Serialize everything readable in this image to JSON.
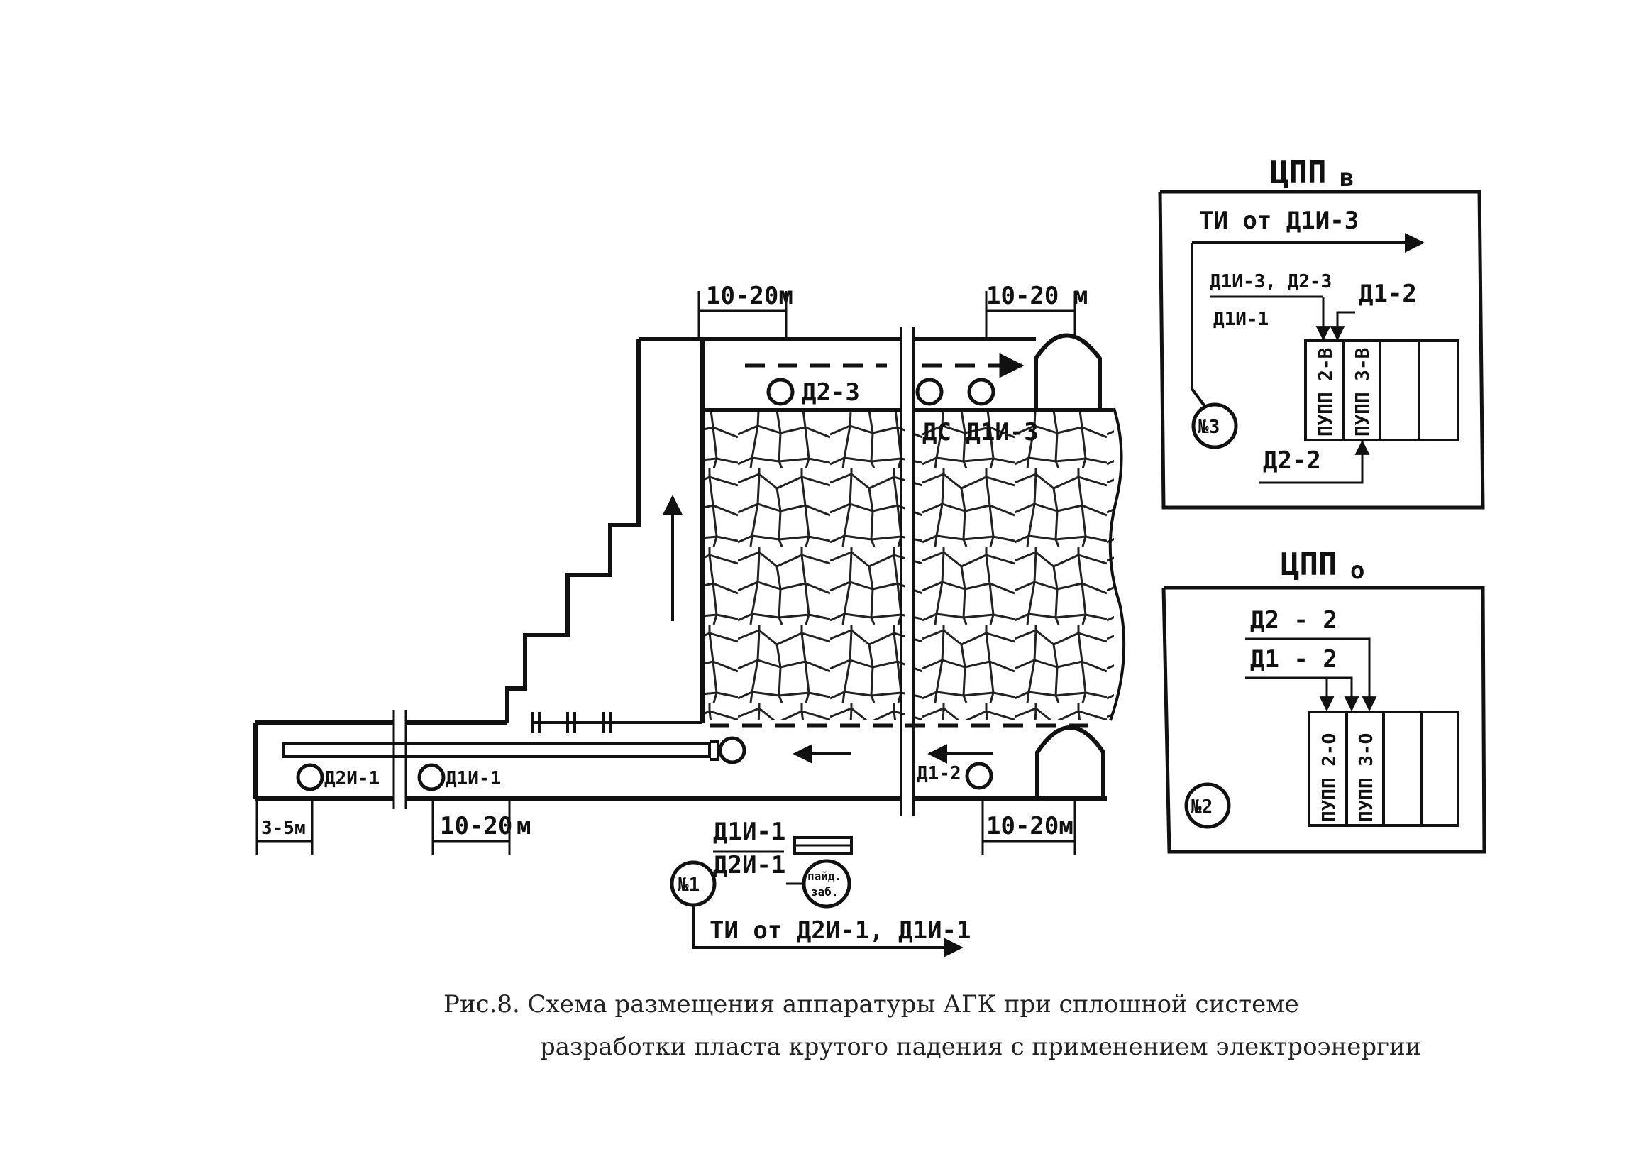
{
  "caption": {
    "line1": "Рис.8. Схема размещения аппаратуры АГК при сплошной системе",
    "line2": "разработки пласта крутого падения с применением электроэнергии"
  },
  "main": {
    "dim_top_left": "10-20м",
    "dim_top_right": "10-20 м",
    "dim_3_5": "3-5м",
    "dim_10_20_bottom": "10-20",
    "dim_m": "м",
    "dim_bottom_right": "10-20м",
    "d2_3": "Д2-3",
    "ds_d1i_3": "ДС Д1И-3",
    "d2i_1": "Д2И-1",
    "d1i_1": "Д1И-1",
    "d1_2": "Д1-2",
    "d1i_1_lower": "Д1И-1",
    "d2i_1_lower": "Д2И-1",
    "n1": "№1",
    "box_line1": "пайд.",
    "box_line2": "заб.",
    "ti_bottom": "ТИ от Д2И-1, Д1И-1"
  },
  "cpp_top": {
    "title": "ЦПП",
    "subscript": "в",
    "ti": "ТИ от Д1И-3",
    "in1": "Д1И-3, Д2-3",
    "in2": "Д1И-1",
    "in3": "Д1-2",
    "in4": "Д2-2",
    "n": "№3",
    "cell1": "ПУПП 2-В",
    "cell2": "ПУПП 3-В"
  },
  "cpp_bottom": {
    "title": "ЦПП",
    "subscript": "о",
    "in1": "Д2 - 2",
    "in2": "Д1 - 2",
    "n": "№2",
    "cell1": "ПУПП 2-О",
    "cell2": "ПУПП 3-О"
  }
}
